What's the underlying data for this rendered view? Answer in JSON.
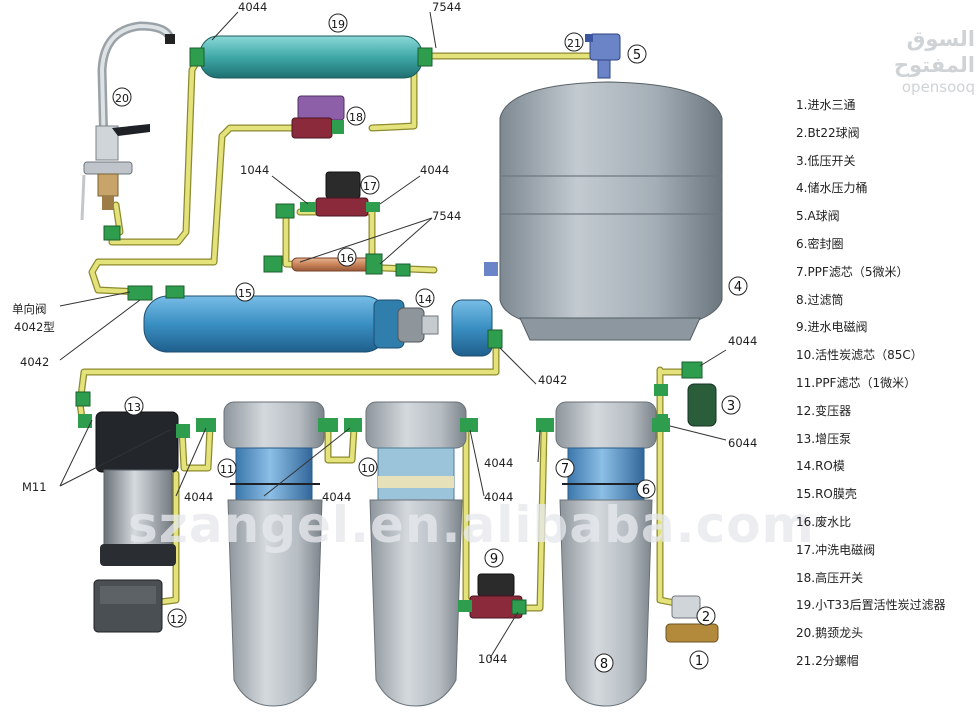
{
  "logo": {
    "arabic": "السوق المفتوح",
    "latin": "opensooq"
  },
  "watermark": "szangel.en.alibaba.com",
  "legend": [
    "1.进水三通",
    "2.Bt22球阀",
    "3.低压开关",
    "4.储水压力桶",
    "5.A球阀",
    "6.密封圈",
    "7.PPF滤芯（5微米）",
    "8.过滤筒",
    "9.进水电磁阀",
    "10.活性炭滤芯（85C）",
    "11.PPF滤芯（1微米）",
    "12.变压器",
    "13.增压泵",
    "14.RO模",
    "15.RO膜壳",
    "16.废水比",
    "17.冲洗电磁阀",
    "18.高压开关",
    "19.小T33后置活性炭过滤器",
    "20.鹅颈龙头",
    "21.2分螺帽"
  ],
  "numbers": {
    "n1": "1",
    "n2": "2",
    "n3": "3",
    "n4": "4",
    "n5": "5",
    "n6": "6",
    "n7": "7",
    "n8": "8",
    "n9": "9",
    "n10": "10",
    "n11": "11",
    "n12": "12",
    "n13": "13",
    "n14": "14",
    "n15": "15",
    "n16": "16",
    "n17": "17",
    "n18": "18",
    "n19": "19",
    "n20": "20",
    "n21": "21"
  },
  "fitting_labels": {
    "top_4044": "4044",
    "top_7544": "7544",
    "mid_1044": "1044",
    "mid_4044": "4044",
    "mid_7544": "7544",
    "check_valve": "单向阀",
    "check_valve_model": "4042型",
    "left_4042": "4042",
    "right_4042": "4042",
    "low_4044_right": "4044",
    "low_6044": "6044",
    "pump_m11": "M11",
    "f1_4044": "4044",
    "f2_4044": "4044",
    "f3_4044a": "4044",
    "f3_4044b": "4044",
    "bottom_1044": "1044"
  },
  "colors": {
    "tube": "#e4e27a",
    "tube_edge": "#8c8a2e",
    "fitting": "#2e9e4e",
    "tank": "#a9b3bb",
    "membrane": "#3f93c4",
    "postfilter": "#3eb2b2",
    "housing": "#c2c8cd",
    "cartridge": "#5a94c8"
  }
}
